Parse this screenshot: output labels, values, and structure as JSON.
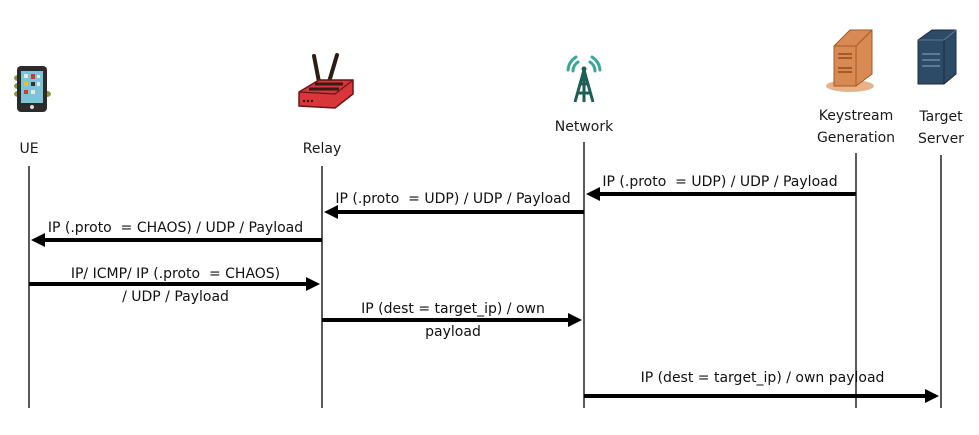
{
  "diagram": {
    "type": "sequence-diagram",
    "participants": [
      {
        "id": "ue",
        "label_lines": [
          "UE"
        ],
        "icon": "smartphone-icon"
      },
      {
        "id": "relay",
        "label_lines": [
          "Relay"
        ],
        "icon": "router-icon"
      },
      {
        "id": "network",
        "label_lines": [
          "Network"
        ],
        "icon": "cell-tower-icon"
      },
      {
        "id": "keystream",
        "label_lines": [
          "Keystream",
          "Generation"
        ],
        "icon": "keystream-server-icon"
      },
      {
        "id": "target",
        "label_lines": [
          "Target",
          "Server"
        ],
        "icon": "target-server-icon"
      }
    ],
    "messages": [
      {
        "from": "keystream",
        "to": "network",
        "text_lines": [
          "IP (.proto  = UDP) / UDP / Payload"
        ]
      },
      {
        "from": "network",
        "to": "relay",
        "text_lines": [
          "IP (.proto  = UDP) / UDP / Payload"
        ]
      },
      {
        "from": "relay",
        "to": "ue",
        "text_lines": [
          "IP (.proto  = CHAOS) / UDP / Payload"
        ]
      },
      {
        "from": "ue",
        "to": "relay",
        "text_lines": [
          "IP/ ICMP/ IP (.proto  = CHAOS)",
          "/ UDP / Payload"
        ]
      },
      {
        "from": "relay",
        "to": "network",
        "text_lines": [
          "IP (dest = target_ip) / own",
          "payload"
        ]
      },
      {
        "from": "network",
        "to": "target",
        "text_lines": [
          "IP (dest = target_ip) / own payload"
        ]
      }
    ]
  }
}
